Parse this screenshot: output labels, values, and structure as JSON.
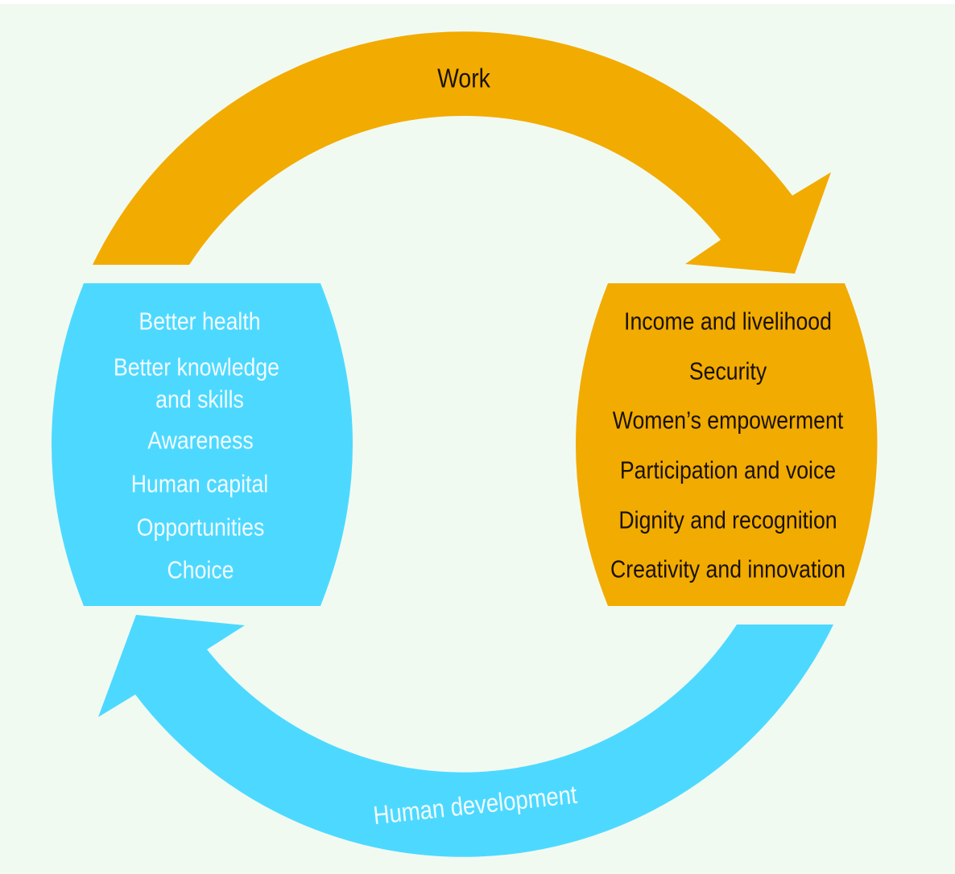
{
  "colors": {
    "work": "#f2ab00",
    "human_development": "#4dd9ff",
    "background": "#f1faf1"
  },
  "cycle": {
    "top_arrow": {
      "label": "Work",
      "direction": "clockwise"
    },
    "bottom_arrow": {
      "label": "Human development",
      "direction": "clockwise"
    }
  },
  "left_box": {
    "items": [
      "Better health",
      "Better knowledge",
      "and skills",
      "Awareness",
      "Human capital",
      "Opportunities",
      "Choice"
    ]
  },
  "right_box": {
    "items": [
      "Income and livelihood",
      "Security",
      "Women’s empowerment",
      "Participation and voice",
      "Dignity and recognition",
      "Creativity and innovation"
    ]
  }
}
